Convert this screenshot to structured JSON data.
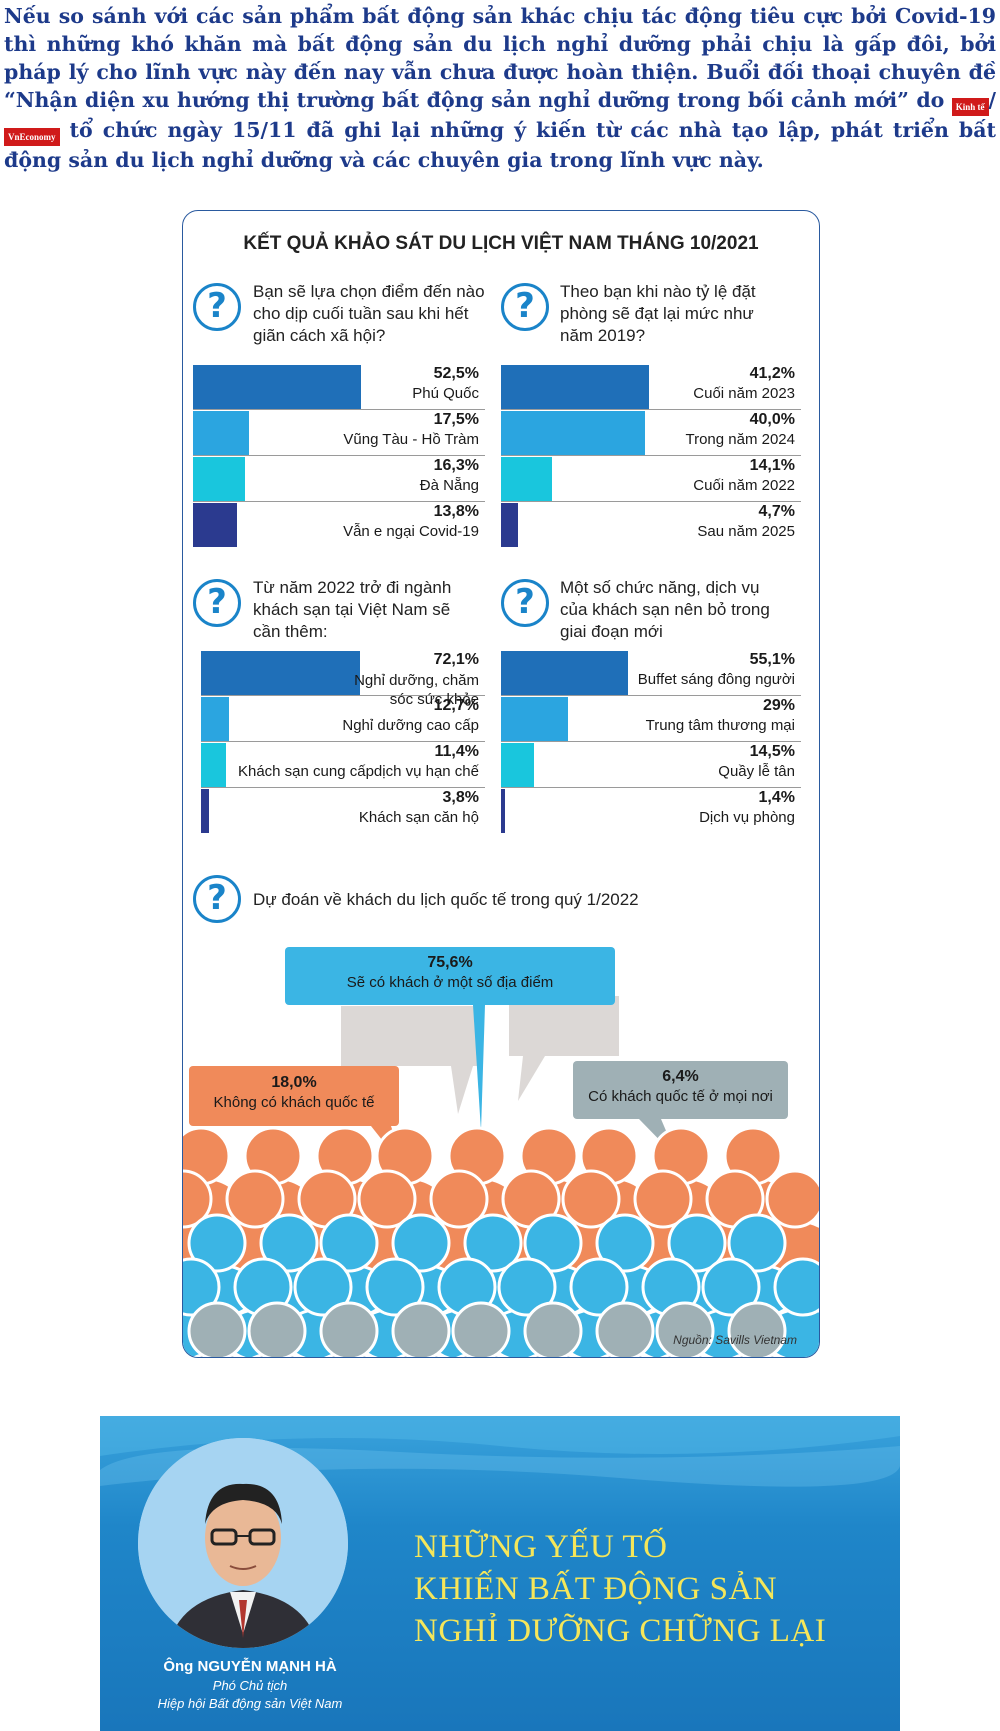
{
  "intro": {
    "text_before_logo": "Nếu so sánh với các sản phẩm bất động sản khác chịu tác động tiêu cực bởi Covid-19 thì những khó khăn mà bất động sản du lịch nghỉ dưỡng phải chịu là gấp đôi, bởi pháp lý cho lĩnh vực này đến nay vẫn chưa được hoàn thiện. Buổi đối thoại chuyên đề “Nhận diện xu hướng thị trường bất động sản nghỉ dưỡng trong bối cảnh mới” do",
    "logo_kinhte": "Kinh tế",
    "logo_sep": "/",
    "logo_veconomy": "VnEconomy",
    "text_after_logo": "tổ chức ngày 15/11 đã ghi lại những ý kiến từ các nhà tạo lập, phát triển bất động sản du lịch nghỉ dưỡng và các chuyên gia trong lĩnh vực này."
  },
  "infographic": {
    "title": "KẾT QUẢ KHẢO SÁT DU LỊCH VIỆT NAM THÁNG 10/2021",
    "question_mark": "?",
    "source": "Nguồn: Savills Vietnam",
    "colors": {
      "c1": "#1f6fb8",
      "c2": "#2ba5e0",
      "c3": "#19c6dd",
      "c4": "#2b3a8f"
    }
  },
  "chart_data": [
    {
      "type": "bar",
      "title": "Bạn sẽ lựa chọn điểm đến nào cho dịp cuối tuần sau khi hết giãn cách xã hội?",
      "categories": [
        "Phú Quốc",
        "Vũng Tàu - Hồ Tràm",
        "Đà Nẵng",
        "Vẫn e ngại Covid-19"
      ],
      "values": [
        52.5,
        17.5,
        16.3,
        13.8
      ],
      "labels": [
        "52,5%",
        "17,5%",
        "16,3%",
        "13,8%"
      ]
    },
    {
      "type": "bar",
      "title": "Theo bạn khi nào tỷ lệ đặt phòng sẽ đạt lại mức như năm 2019?",
      "categories": [
        "Cuối năm 2023",
        "Trong năm 2024",
        "Cuối năm 2022",
        "Sau năm 2025"
      ],
      "values": [
        41.2,
        40.0,
        14.1,
        4.7
      ],
      "labels": [
        "41,2%",
        "40,0%",
        "14,1%",
        "4,7%"
      ]
    },
    {
      "type": "bar",
      "title": "Từ năm 2022 trở đi ngành khách sạn tại Việt Nam sẽ cần thêm:",
      "categories": [
        "Nghỉ dưỡng, chăm sóc sức khỏe",
        "Nghỉ dưỡng cao cấp",
        "Khách sạn cung cấpdịch vụ hạn chế",
        "Khách sạn căn hộ"
      ],
      "values": [
        72.1,
        12.7,
        11.4,
        3.8
      ],
      "labels": [
        "72,1%",
        "12,7%",
        "11,4%",
        "3,8%"
      ]
    },
    {
      "type": "bar",
      "title": "Một số chức năng, dịch vụ của khách sạn nên bỏ trong giai đoạn mới",
      "categories": [
        "Buffet sáng đông người",
        "Trung tâm thương mại",
        "Quầy lễ tân",
        "Dịch vụ phòng"
      ],
      "values": [
        55.1,
        29,
        14.5,
        1.4
      ],
      "labels": [
        "55,1%",
        "29%",
        "14,5%",
        "1,4%"
      ]
    },
    {
      "type": "pie",
      "title": "Dự đoán về khách du lịch quốc tế trong quý 1/2022",
      "categories": [
        "Sẽ có khách ở một số địa điểm",
        "Không có khách quốc tế",
        "Có khách quốc tế ở mọi nơi"
      ],
      "values": [
        75.6,
        18.0,
        6.4
      ],
      "labels": [
        "75,6%",
        "18,0%",
        "6,4%"
      ]
    }
  ],
  "questions": {
    "q1": "Bạn sẽ lựa chọn điểm đến nào cho dịp cuối tuần sau khi hết giãn cách xã hội?",
    "q2": "Theo bạn khi nào tỷ lệ đặt phòng sẽ đạt lại mức như năm 2019?",
    "q3": "Từ năm 2022 trở đi ngành khách sạn tại Việt Nam sẽ cần thêm:",
    "q4": "Một số chức năng, dịch vụ của khách sạn nên bỏ trong giai đoạn mới",
    "q5": "Dự đoán về khách du lịch quốc tế trong quý 1/2022"
  },
  "bubbles": {
    "center": {
      "pct": "75,6%",
      "label": "Sẽ có khách ở một số địa điểm",
      "color": "#3bb5e4"
    },
    "left": {
      "pct": "18,0%",
      "label": "Không có khách quốc tế",
      "color": "#f08a5a"
    },
    "right": {
      "pct": "6,4%",
      "label": "Có khách quốc tế ở mọi nơi",
      "color": "#9fb0b5"
    }
  },
  "banner": {
    "title_line1": "NHỮNG YẾU TỐ",
    "title_line2": "KHIẾN BẤT ĐỘNG SẢN",
    "title_line3": "NGHỈ DƯỠNG CHỮNG LẠI",
    "person_name": "Ông NGUYỄN MẠNH HÀ",
    "person_role1": "Phó Chủ tịch",
    "person_role2": "Hiệp hội Bất động sản Việt Nam"
  }
}
